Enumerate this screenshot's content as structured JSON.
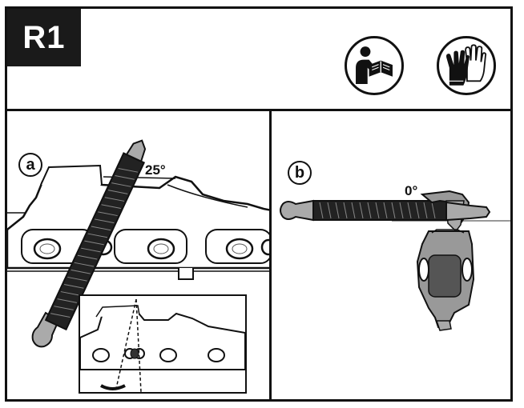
{
  "header": {
    "step_label": "R1",
    "icons": [
      "read-manual-icon",
      "protective-gloves-icon"
    ]
  },
  "panel_a": {
    "letter": "a",
    "angle_label": "25°"
  },
  "panel_b": {
    "letter": "b",
    "angle_label": "0°"
  }
}
